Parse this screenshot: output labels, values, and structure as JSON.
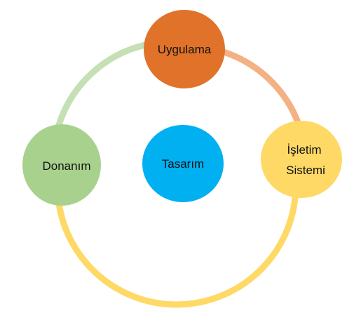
{
  "diagram": {
    "center": {
      "label": "Tasarım",
      "color": "#00B0F0"
    },
    "nodes": {
      "top": {
        "label": "Uygulama",
        "color": "#E07329"
      },
      "right": {
        "label_line1": "İşletim",
        "label_line2": "Sistemi",
        "color": "#FFD966"
      },
      "left": {
        "label": "Donanım",
        "color": "#A9D18E"
      }
    },
    "arcs": {
      "top_right": "#F4B183",
      "right_left": "#FFD966",
      "left_top": "#C5E0B4"
    }
  }
}
